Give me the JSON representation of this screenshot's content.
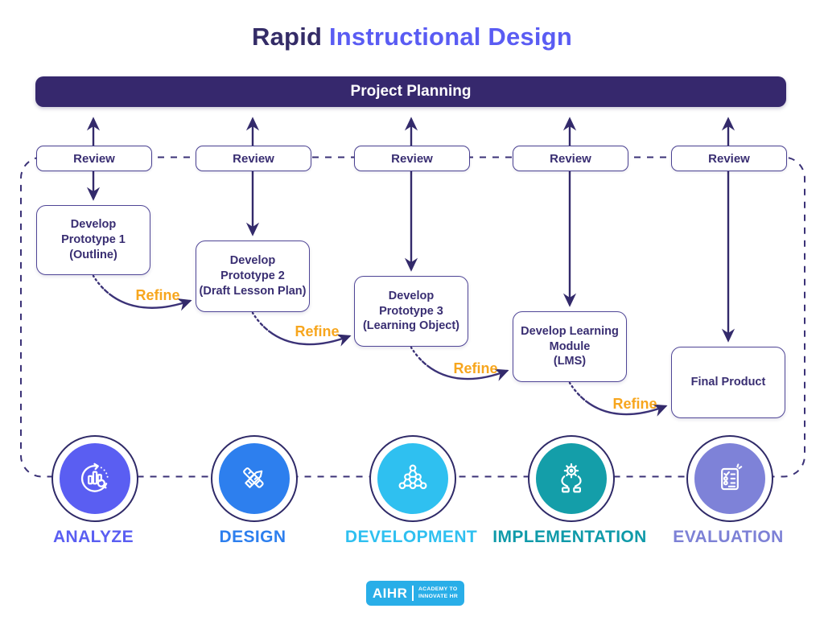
{
  "title": {
    "part1": "Rapid ",
    "part2": "Instructional Design"
  },
  "banner": {
    "label": "Project Planning"
  },
  "columns": [
    {
      "review_label": "Review",
      "develop_label": "Develop\nPrototype 1\n(Outline)",
      "stage_label": "ANALYZE",
      "icon": "chart-search-icon",
      "circle_color": "#5a5ef2",
      "label_color": "#5a5ef2"
    },
    {
      "review_label": "Review",
      "develop_label": "Develop\nPrototype 2\n(Draft Lesson Plan)",
      "stage_label": "DESIGN",
      "icon": "pencil-ruler-icon",
      "circle_color": "#2d7fee",
      "label_color": "#2d7fee"
    },
    {
      "review_label": "Review",
      "develop_label": "Develop\nPrototype 3\n(Learning Object)",
      "stage_label": "DEVELOPMENT",
      "icon": "network-icon",
      "circle_color": "#2fc0f0",
      "label_color": "#2fc0f0"
    },
    {
      "review_label": "Review",
      "develop_label": "Develop Learning\nModule\n(LMS)",
      "stage_label": "IMPLEMENTATION",
      "icon": "hands-gear-icon",
      "circle_color": "#149ea9",
      "label_color": "#0f9aa9"
    },
    {
      "review_label": "Review",
      "develop_label": "Final Product",
      "stage_label": "EVALUATION",
      "icon": "checklist-icon",
      "circle_color": "#7e82d8",
      "label_color": "#7d81d6"
    }
  ],
  "refine_labels": [
    "Refine",
    "Refine",
    "Refine",
    "Refine"
  ],
  "logo": {
    "name": "AIHR",
    "tagline_line1": "ACADEMY TO",
    "tagline_line2": "INNOVATE HR"
  },
  "colors": {
    "dark_purple": "#36286d",
    "arrow_purple": "#332a6b",
    "title_accent": "#5a5cf3",
    "refine_orange": "#f7a61e",
    "logo_blue": "#29aee8"
  }
}
